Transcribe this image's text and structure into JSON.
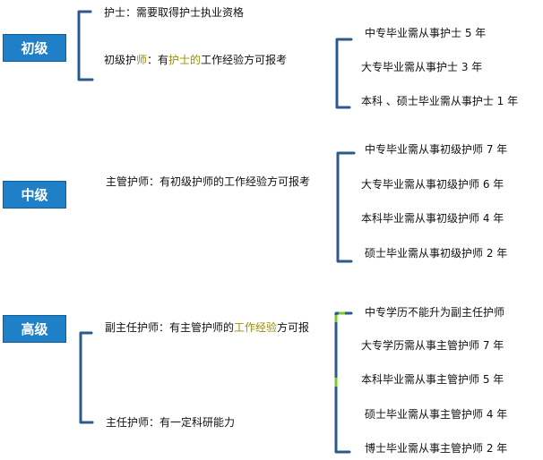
{
  "levels": [
    {
      "name": "初级",
      "roles": [
        {
          "text": "护士：需要取得护士执业资格"
        },
        {
          "pre": "初级护",
          "hl": "师",
          "mid": "：有",
          "hl2": "护士的",
          "post": "工作经验方可报考"
        }
      ],
      "requirements": [
        "中专毕业需从事护士 5 年",
        "大专毕业需从事护士 3 年",
        "本科 、硕士毕业需从事护士 1 年"
      ]
    },
    {
      "name": "中级",
      "roles": [
        {
          "text": "主管护师：有初级护师的工作经验方可报考"
        }
      ],
      "requirements": [
        "中专毕业需从事初级护师 7 年",
        "大专毕业需从事初级护师 6 年",
        "本科毕业需从事初级护师 4 年",
        "硕士毕业需从事初级护师 2 年"
      ]
    },
    {
      "name": "高级",
      "roles": [
        {
          "pre": "副主任护师：有主管护师的",
          "hl": "工作经验",
          "post": "方可报"
        },
        {
          "text": "主任护师：有一定科研能力"
        }
      ],
      "requirements": [
        "中专学历不能升为副主任护师",
        "大专学历需从事主管护师 7 年",
        "本科毕业需从事主管护师 5 年",
        "硕士毕业需从事主管护师 4 年",
        "博士毕业需从事主管护师 2 年"
      ]
    }
  ],
  "colors": {
    "box": "#1f7fc7",
    "bracket": "#2b5a8c",
    "accent_green": "#7ec832",
    "highlight_text": "#9a8f00"
  }
}
